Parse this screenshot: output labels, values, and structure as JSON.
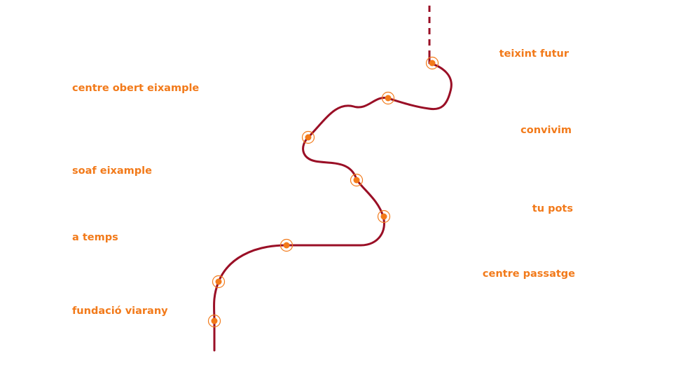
{
  "colors": {
    "path": "#9a0f26",
    "marker": "#f27a1a",
    "label": "#f27a1a",
    "leader_start": "#f79a3a",
    "leader_end": "#a3112b"
  },
  "milestones": [
    {
      "id": "teixint-futur",
      "label": "teixint futur",
      "side": "right"
    },
    {
      "id": "centre-obert-eixample",
      "label": "centre obert eixample",
      "side": "left"
    },
    {
      "id": "convivim",
      "label": "convivim",
      "side": "right"
    },
    {
      "id": "soaf-eixample",
      "label": "soaf eixample",
      "side": "left"
    },
    {
      "id": "tu-pots",
      "label": "tu pots",
      "side": "right"
    },
    {
      "id": "a-temps",
      "label": "a temps",
      "side": "left"
    },
    {
      "id": "centre-passatge",
      "label": "centre passatge",
      "side": "right"
    },
    {
      "id": "fundacio-viarany",
      "label": "fundació viarany",
      "side": "left"
    }
  ]
}
